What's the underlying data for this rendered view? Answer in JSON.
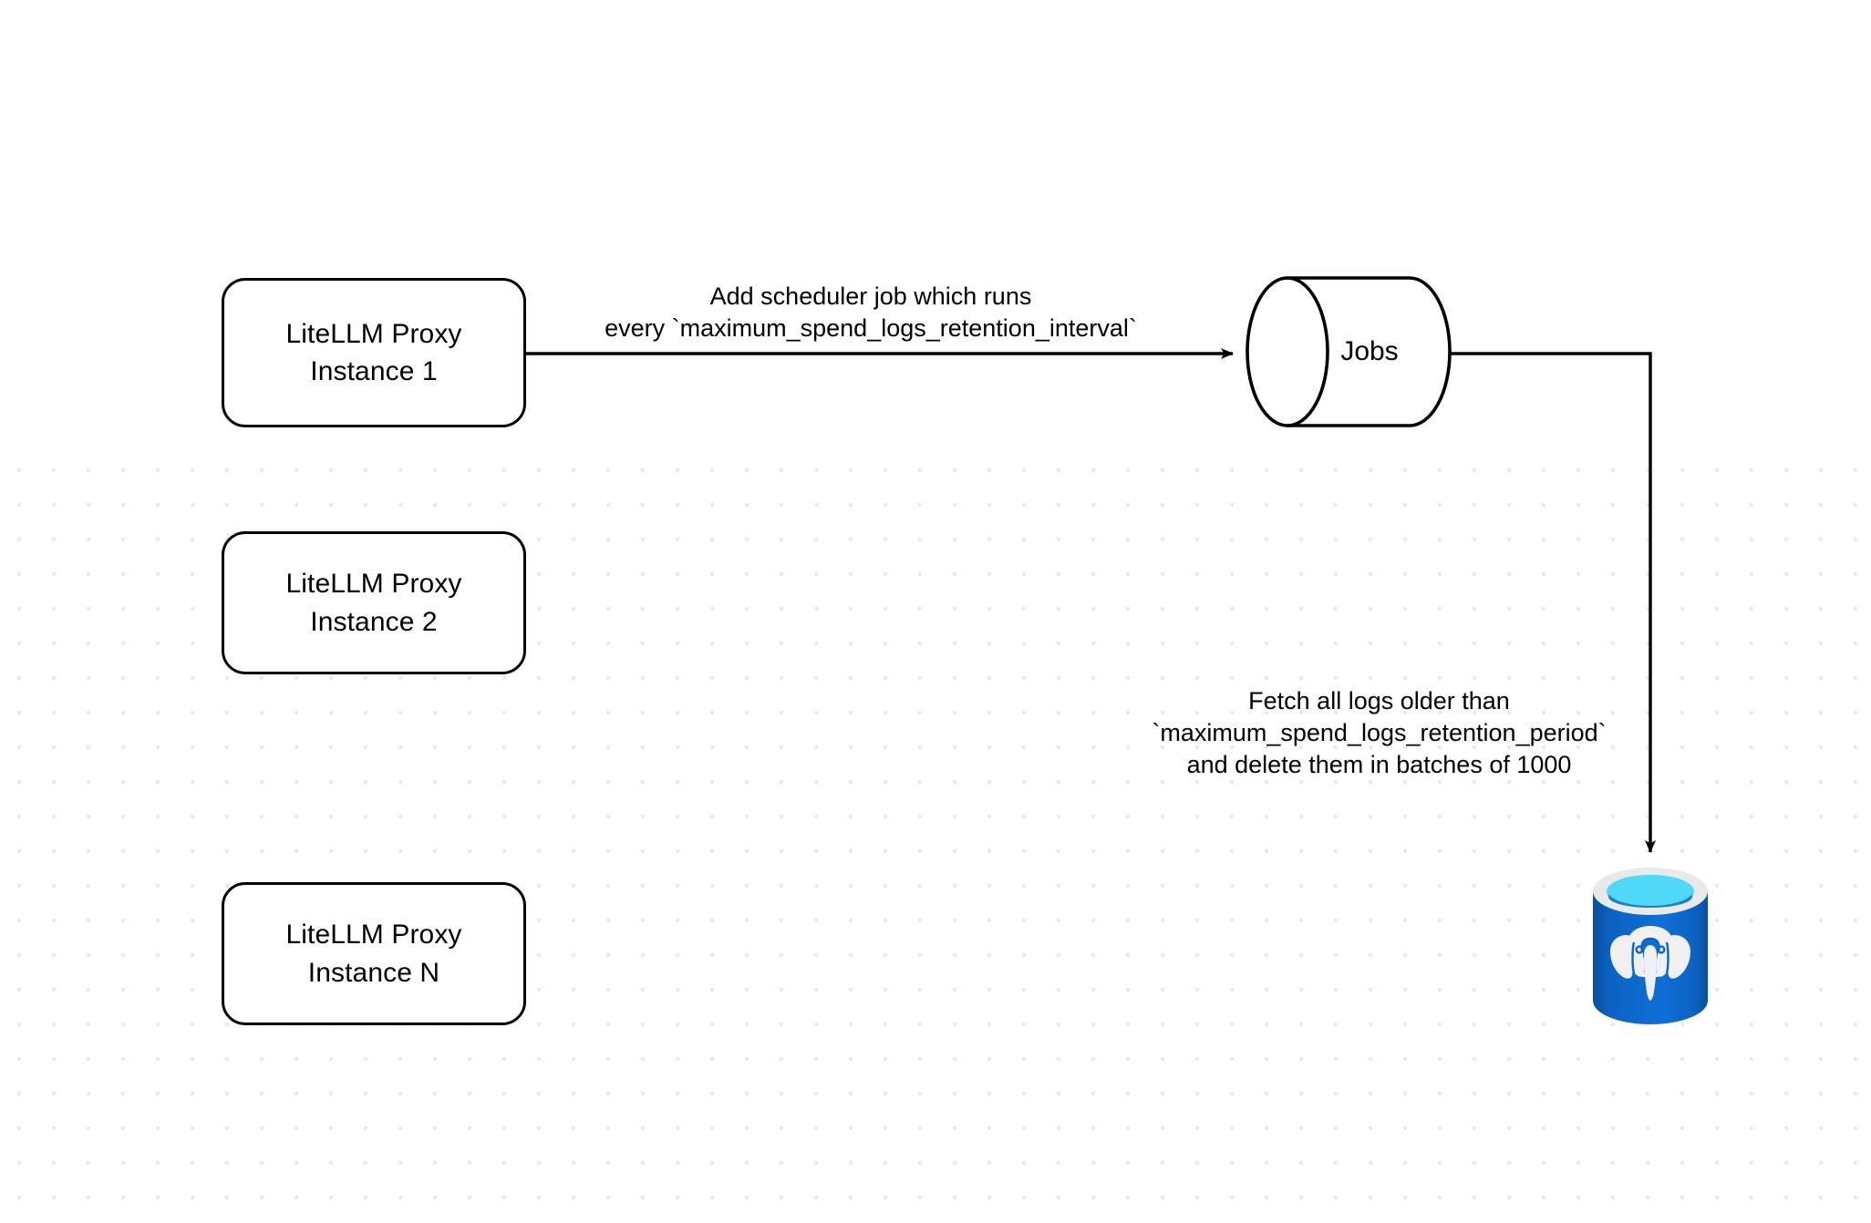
{
  "diagram": {
    "title": "LiteLLM spend logs retention scheduler flow",
    "background": {
      "color": "#ffffff",
      "dot_color": "#e9e9e9",
      "dot_spacing": 38
    },
    "nodes": [
      {
        "id": "proxy-1",
        "shape": "rounded-rect",
        "line1": "LiteLLM Proxy",
        "line2": "Instance 1"
      },
      {
        "id": "proxy-2",
        "shape": "rounded-rect",
        "line1": "LiteLLM Proxy",
        "line2": "Instance 2"
      },
      {
        "id": "proxy-n",
        "shape": "rounded-rect",
        "line1": "LiteLLM Proxy",
        "line2": "Instance N"
      },
      {
        "id": "jobs",
        "shape": "cylinder",
        "label": "Jobs"
      },
      {
        "id": "postgres",
        "shape": "database-icon",
        "icon": "postgresql-elephant-icon",
        "colors": {
          "body": "#0c63c4",
          "body_dark": "#0a4f9e",
          "rim": "#e9e9e9",
          "surface_light": "#4fd8f8",
          "surface_dark": "#1a85b8",
          "elephant": "#f0f0f0"
        }
      }
    ],
    "edges": [
      {
        "id": "edge-proxy1-jobs",
        "from": "proxy-1",
        "to": "jobs",
        "arrow": "triangle",
        "label_lines": [
          "Add scheduler job which runs",
          "every `maximum_spend_logs_retention_interval`"
        ]
      },
      {
        "id": "edge-jobs-postgres",
        "from": "jobs",
        "to": "postgres",
        "arrow": "triangle",
        "routing": "elbow-right-down",
        "label_lines": [
          "Fetch all logs older than",
          "`maximum_spend_logs_retention_period`",
          "and delete them in batches of 1000"
        ]
      }
    ]
  }
}
